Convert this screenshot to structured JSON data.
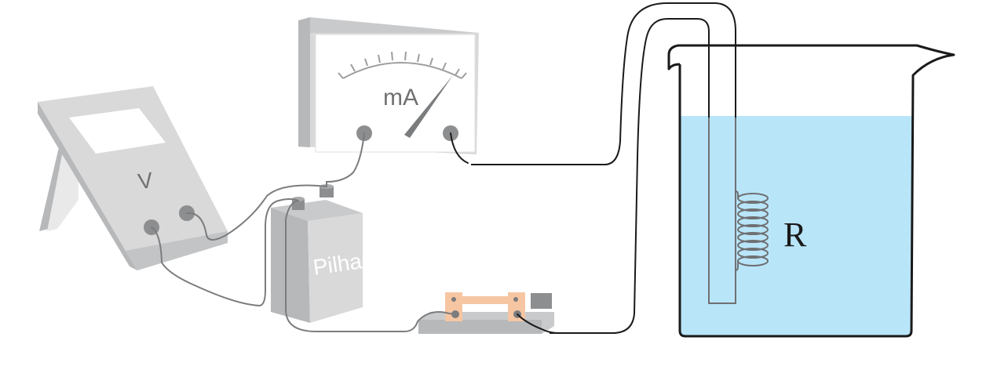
{
  "labels": {
    "voltmeter": "V",
    "ammeter": "mA",
    "battery": "Pilha",
    "resistor": "R"
  },
  "colors": {
    "device_gray": "#d9d9da",
    "device_dark": "#b7b8ba",
    "face_white": "#ffffff",
    "terminal": "#8d8e90",
    "water": "#b9e5f9",
    "wire_black": "#1a1a1a",
    "wire_gray": "#7b7c7e",
    "switch_copper": "#f6c6a2",
    "switch_base": "#c9cacc"
  }
}
